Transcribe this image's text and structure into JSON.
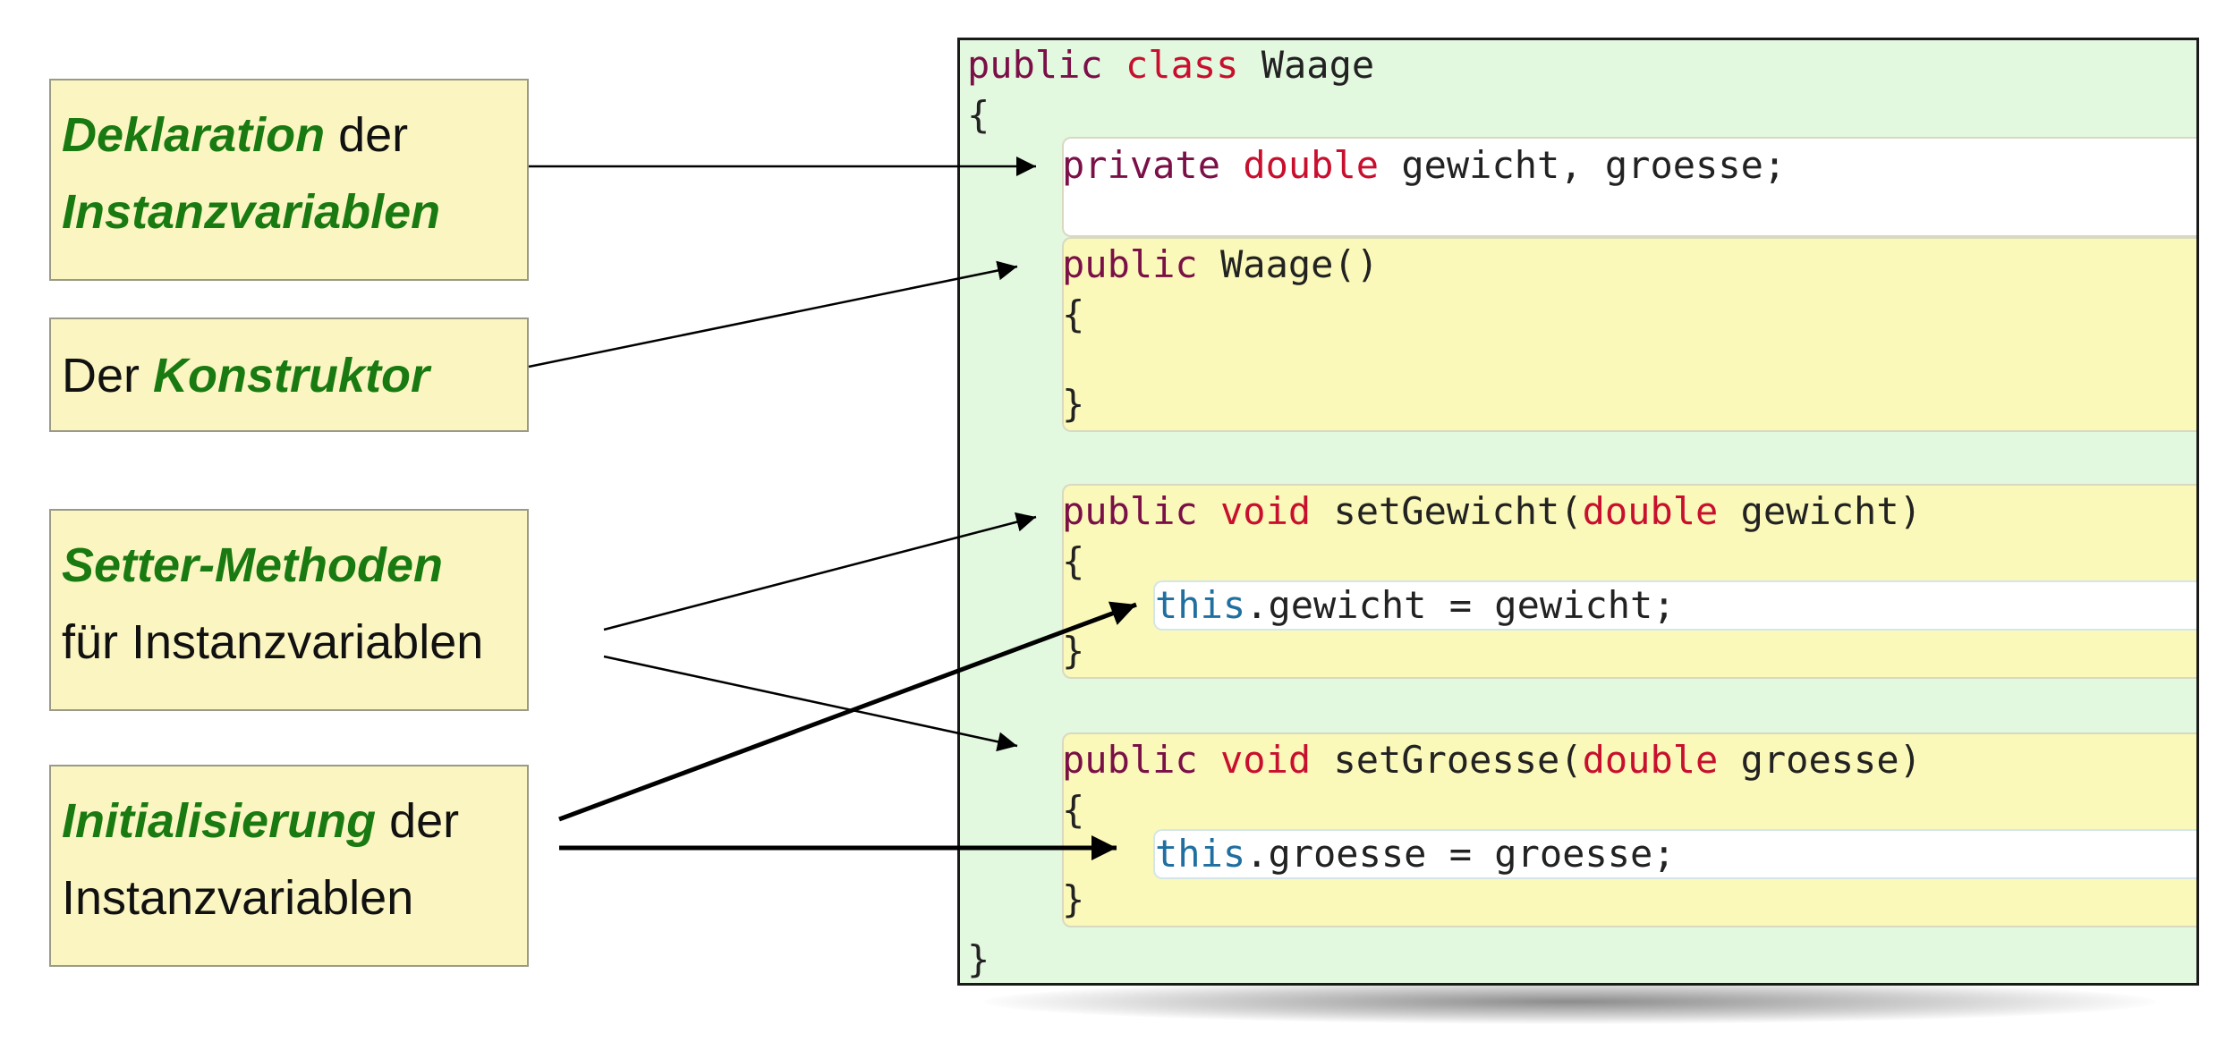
{
  "labels": {
    "deklaration": {
      "line1_em": "Deklaration",
      "line1_rest": " der",
      "line2_em": "Instanzvariablen"
    },
    "konstruktor": {
      "pre": "Der ",
      "em": "Konstruktor"
    },
    "setter": {
      "line1_em": "Setter-Methoden",
      "line2": "für Instanzvariablen"
    },
    "init": {
      "line1_em": "Initialisierung",
      "line1_rest": " der",
      "line2": "Instanzvariablen"
    }
  },
  "code": {
    "class_public": "public",
    "class_kw": "class",
    "class_name": " Waage",
    "brace_open": "{",
    "field_private": "private",
    "field_type": "double",
    "field_rest": " gewicht, groesse;",
    "ctor_public": "public",
    "ctor_rest": " Waage()",
    "ctor_open": "{",
    "ctor_close": "}",
    "m1_public": "public",
    "m1_void": "void",
    "m1_name": " setGewicht(",
    "m1_type": "double",
    "m1_param": " gewicht)",
    "m1_open": "{",
    "m1_this": "this",
    "m1_body": ".gewicht = gewicht;",
    "m1_close": "}",
    "m2_public": "public",
    "m2_void": "void",
    "m2_name": " setGroesse(",
    "m2_type": "double",
    "m2_param": " groesse)",
    "m2_open": "{",
    "m2_this": "this",
    "m2_body": ".groesse = groesse;",
    "m2_close": "}",
    "brace_close": "}"
  },
  "colors": {
    "label_bg": "#fbf6c1",
    "highlight_green": "#1a7a12",
    "code_bg": "#e2f8df",
    "block_yellow": "#faf9b9",
    "keyword": "#7a1047",
    "type": "#c8102e",
    "this": "#1f6fa0"
  }
}
